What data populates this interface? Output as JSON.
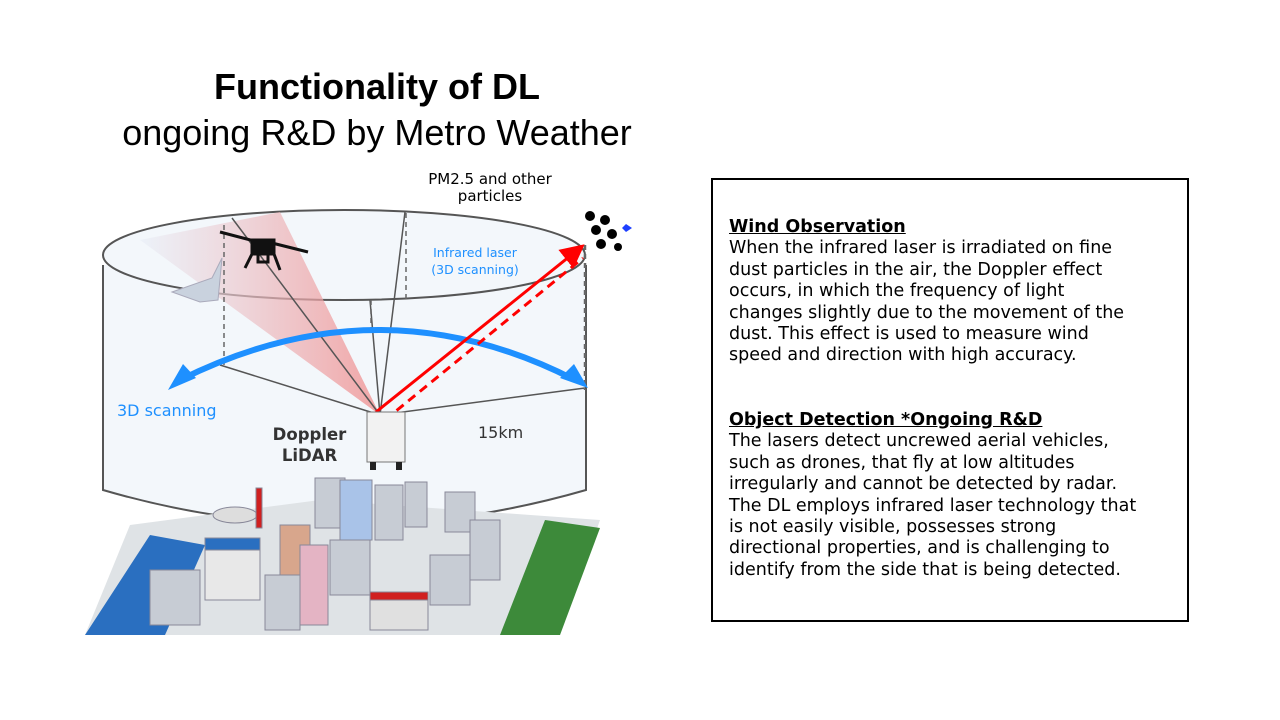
{
  "title": {
    "line1": "Functionality of DL",
    "line2": "ongoing R&D by Metro Weather"
  },
  "diagram": {
    "particles_label": [
      "PM2.5 and other",
      "particles"
    ],
    "laser_label": [
      "Infrared laser",
      "(3D scanning)"
    ],
    "scanning_label": "3D scanning",
    "device_label": [
      "Doppler",
      "LiDAR"
    ],
    "range_label": "15km",
    "colors": {
      "laser": "#ff0000",
      "scan_arrow": "#1e90ff",
      "beam": "#f4a6a6"
    }
  },
  "info_box": {
    "wind": {
      "heading": "Wind Observation",
      "lines": [
        "When the infrared laser is irradiated on fine",
        "dust particles in the air, the Doppler effect",
        "occurs, in which the frequency of light",
        "changes slightly due to the movement of the",
        "dust. This effect is used to measure wind",
        "speed and direction with high accuracy."
      ]
    },
    "detection": {
      "heading": "Object Detection *Ongoing R&D",
      "lines": [
        "The lasers detect uncrewed aerial vehicles,",
        "such as drones, that fly at low altitudes",
        "irregularly and cannot be detected by radar.",
        "The DL employs infrared laser technology that",
        "is not easily visible, possesses strong",
        "directional properties, and is challenging to",
        "identify from the side that is being detected."
      ]
    }
  }
}
